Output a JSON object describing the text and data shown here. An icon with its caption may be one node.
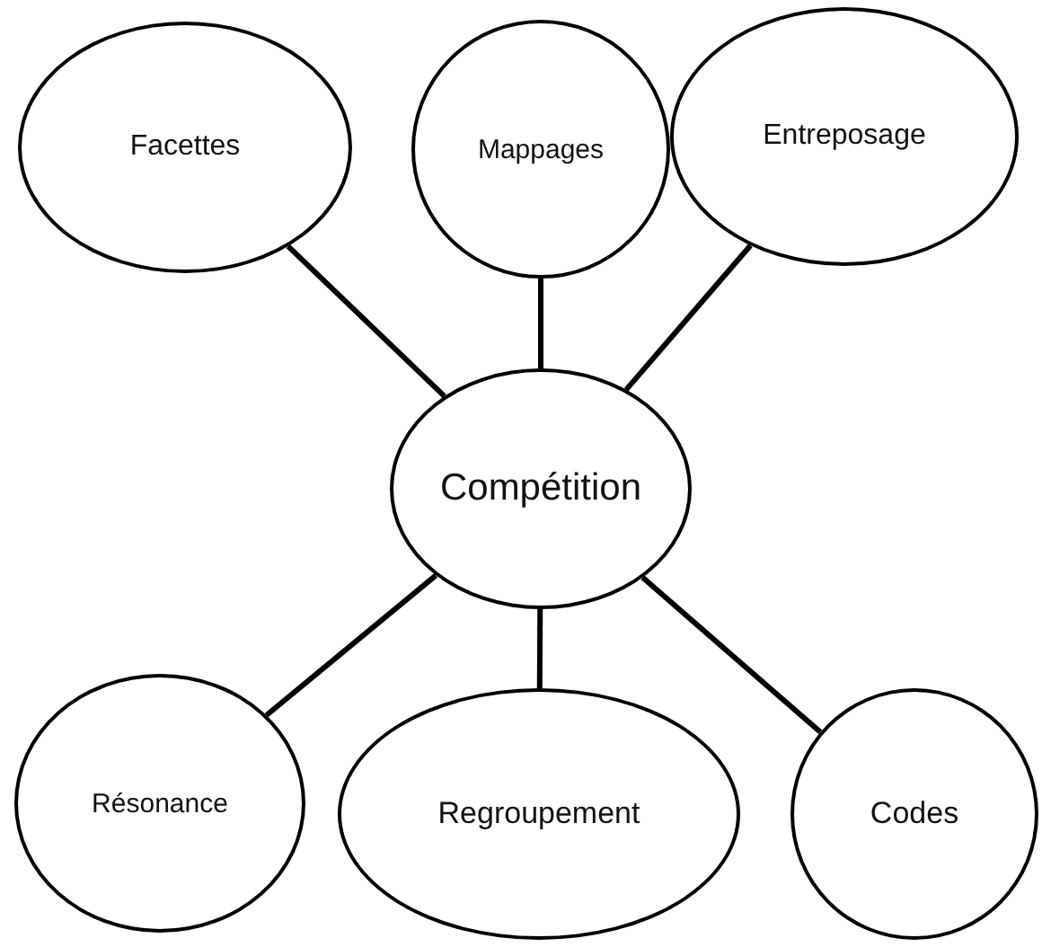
{
  "diagram": {
    "nodes": [
      {
        "text": [
          "Facettes"
        ]
      },
      {
        "text": [
          "Mappages"
        ]
      },
      {
        "text": [
          "Entreposage"
        ]
      },
      {
        "text": [
          "Compétition"
        ]
      },
      {
        "text": [
          "Résonance"
        ]
      },
      {
        "text": [
          "Regroupement"
        ]
      },
      {
        "text": [
          "Codes"
        ]
      }
    ],
    "edges": [
      {
        "from": 3,
        "to": 0,
        "arrow": "none"
      },
      {
        "from": 3,
        "to": 1,
        "arrow": "none"
      },
      {
        "from": 3,
        "to": 2,
        "arrow": "none"
      },
      {
        "from": 3,
        "to": 4,
        "arrow": "none"
      },
      {
        "from": 3,
        "to": 5,
        "arrow": "none"
      },
      {
        "from": 3,
        "to": 6,
        "arrow": "none"
      }
    ]
  }
}
